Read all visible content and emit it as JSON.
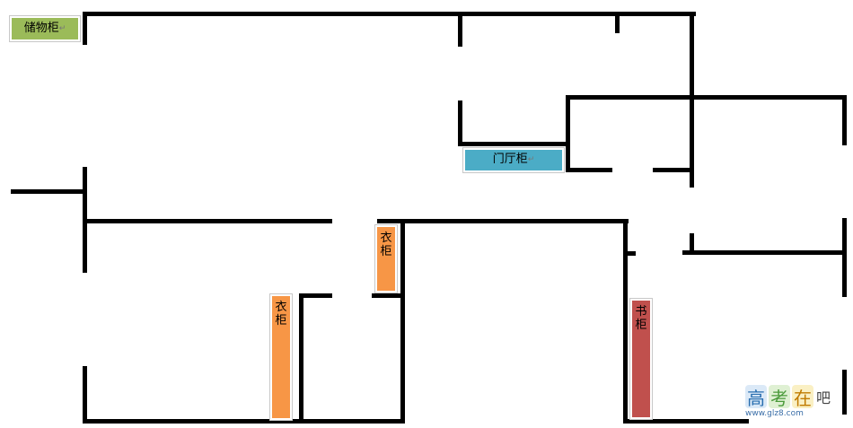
{
  "cabinets": {
    "storage": "储物柜",
    "entry": "门厅柜",
    "wardrobe_small": "衣柜",
    "wardrobe_large": "衣柜",
    "bookcase": "书柜"
  },
  "colors": {
    "wall": "#000000",
    "storage": "#9bbb59",
    "entry": "#4bacc6",
    "wardrobe": "#f79646",
    "bookcase": "#c0504d"
  },
  "watermark": {
    "glyphs": [
      "高",
      "考",
      "在",
      "吧"
    ],
    "url": "www.glz8.com"
  }
}
